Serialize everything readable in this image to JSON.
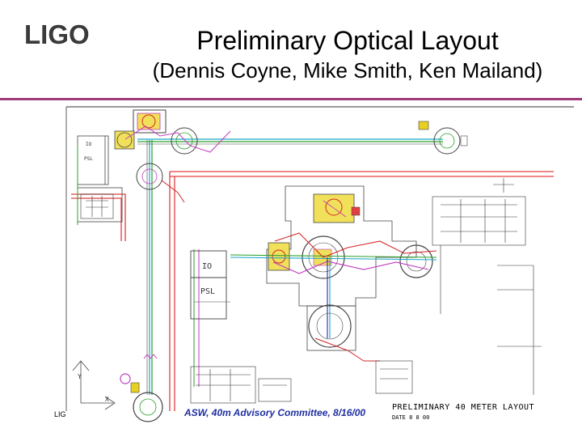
{
  "header": {
    "logo_text": "LIGO",
    "title": "Preliminary Optical Layout",
    "subtitle": "(Dennis Coyne, Mike Smith, Ken Mailand)"
  },
  "diagram": {
    "labels": {
      "io": "IO",
      "psl": "PSL",
      "io_small": "IO",
      "psl_small": "PSL",
      "axis_y": "Y",
      "axis_x": "X"
    },
    "drawing_title": "PRELIMINARY 40 METER LAYOUT",
    "drawing_subtitle": "DATE  8 8 00"
  },
  "footer": {
    "left": "LIG",
    "center": "ASW, 40m Advisory Committee, 8/16/00"
  },
  "colors": {
    "rule": "#a13a78",
    "beam_green": "#2ca02c",
    "beam_cyan": "#1aa6c8",
    "beam_red": "#d62828",
    "beam_magenta": "#c03cc0",
    "beam_blue": "#2030a0",
    "vacuum_red": "#e04040",
    "optic_yellow": "#e8d020"
  }
}
